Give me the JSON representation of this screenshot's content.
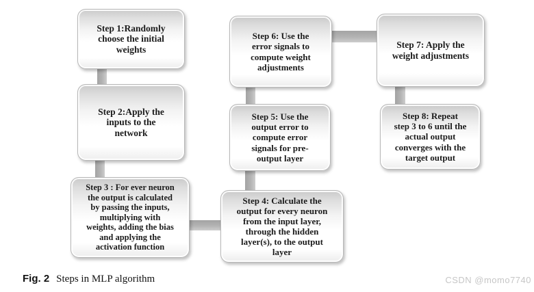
{
  "figure": {
    "type": "flowchart",
    "steps": [
      {
        "id": 1,
        "label": "Step 1:Randomly\nchoose the initial\nweights"
      },
      {
        "id": 2,
        "label": "Step 2:Apply the\ninputs to the\nnetwork"
      },
      {
        "id": 3,
        "label": "Step 3 : For ever neuron\nthe output is calculated\nby passing the inputs,\nmultiplying with\nweights, adding the bias\nand applying the\nactivation function"
      },
      {
        "id": 4,
        "label": "Step 4: Calculate the\noutput for every neuron\nfrom the input layer,\nthrough the hidden\nlayer(s), to the output\nlayer"
      },
      {
        "id": 5,
        "label": "Step 5: Use the\noutput error to\ncompute error\nsignals for pre-\noutput layer"
      },
      {
        "id": 6,
        "label": "Step 6: Use the\nerror signals to\ncompute weight\nadjustments"
      },
      {
        "id": 7,
        "label": "Step 7: Apply the\nweight adjustments"
      },
      {
        "id": 8,
        "label": "Step 8: Repeat\nstep 3 to 6 until the\nactual output\nconverges with the\ntarget output"
      }
    ],
    "connections": [
      {
        "from": 1,
        "to": 2
      },
      {
        "from": 2,
        "to": 3
      },
      {
        "from": 3,
        "to": 4
      },
      {
        "from": 4,
        "to": 5
      },
      {
        "from": 5,
        "to": 6
      },
      {
        "from": 6,
        "to": 7
      },
      {
        "from": 7,
        "to": 8
      }
    ],
    "caption": {
      "fig_label": "Fig. 2",
      "title": "Steps in MLP algorithm"
    },
    "watermark": "CSDN @momo7740",
    "colors": {
      "background": "#ffffff",
      "box_border": "#b7b7b7",
      "box_gradient_top": "#c9c9c9",
      "box_fill": "#ffffff",
      "connector": "#ababab",
      "text": "#1b1b1b",
      "watermark": "#c6c6c6"
    }
  }
}
